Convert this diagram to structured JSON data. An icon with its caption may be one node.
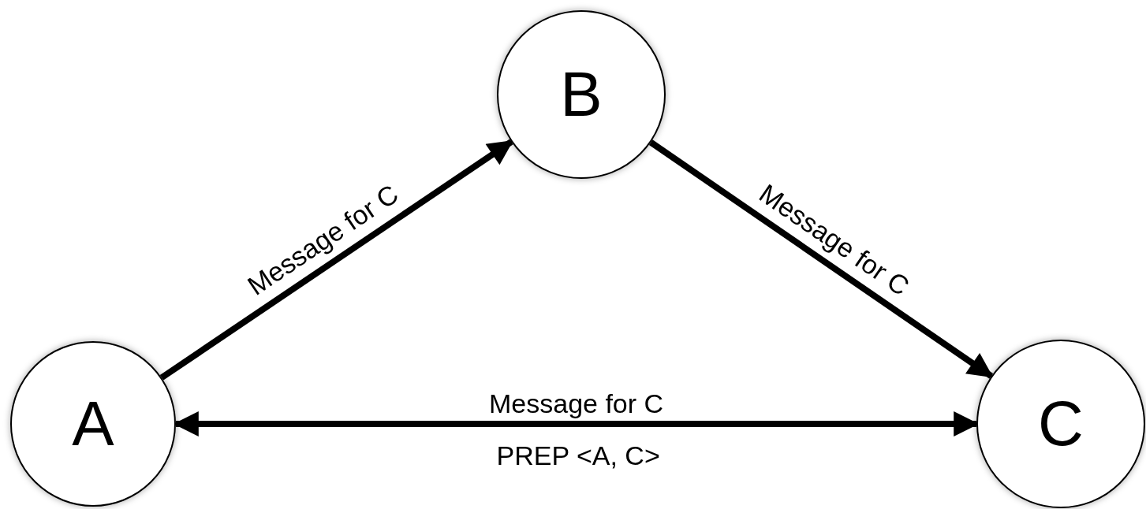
{
  "diagram": {
    "nodes": [
      {
        "text": [
          "A"
        ]
      },
      {
        "text": [
          "B"
        ]
      },
      {
        "text": [
          "C"
        ]
      }
    ],
    "edges": [
      {
        "from": 0,
        "to": 1,
        "arrow": "to",
        "label": "Message for C"
      },
      {
        "from": 1,
        "to": 2,
        "arrow": "to",
        "label": "Message for C"
      },
      {
        "from": 0,
        "to": 2,
        "arrow": "both",
        "label": "Message for C"
      }
    ],
    "labels": [
      "PREP <A, C>"
    ]
  }
}
